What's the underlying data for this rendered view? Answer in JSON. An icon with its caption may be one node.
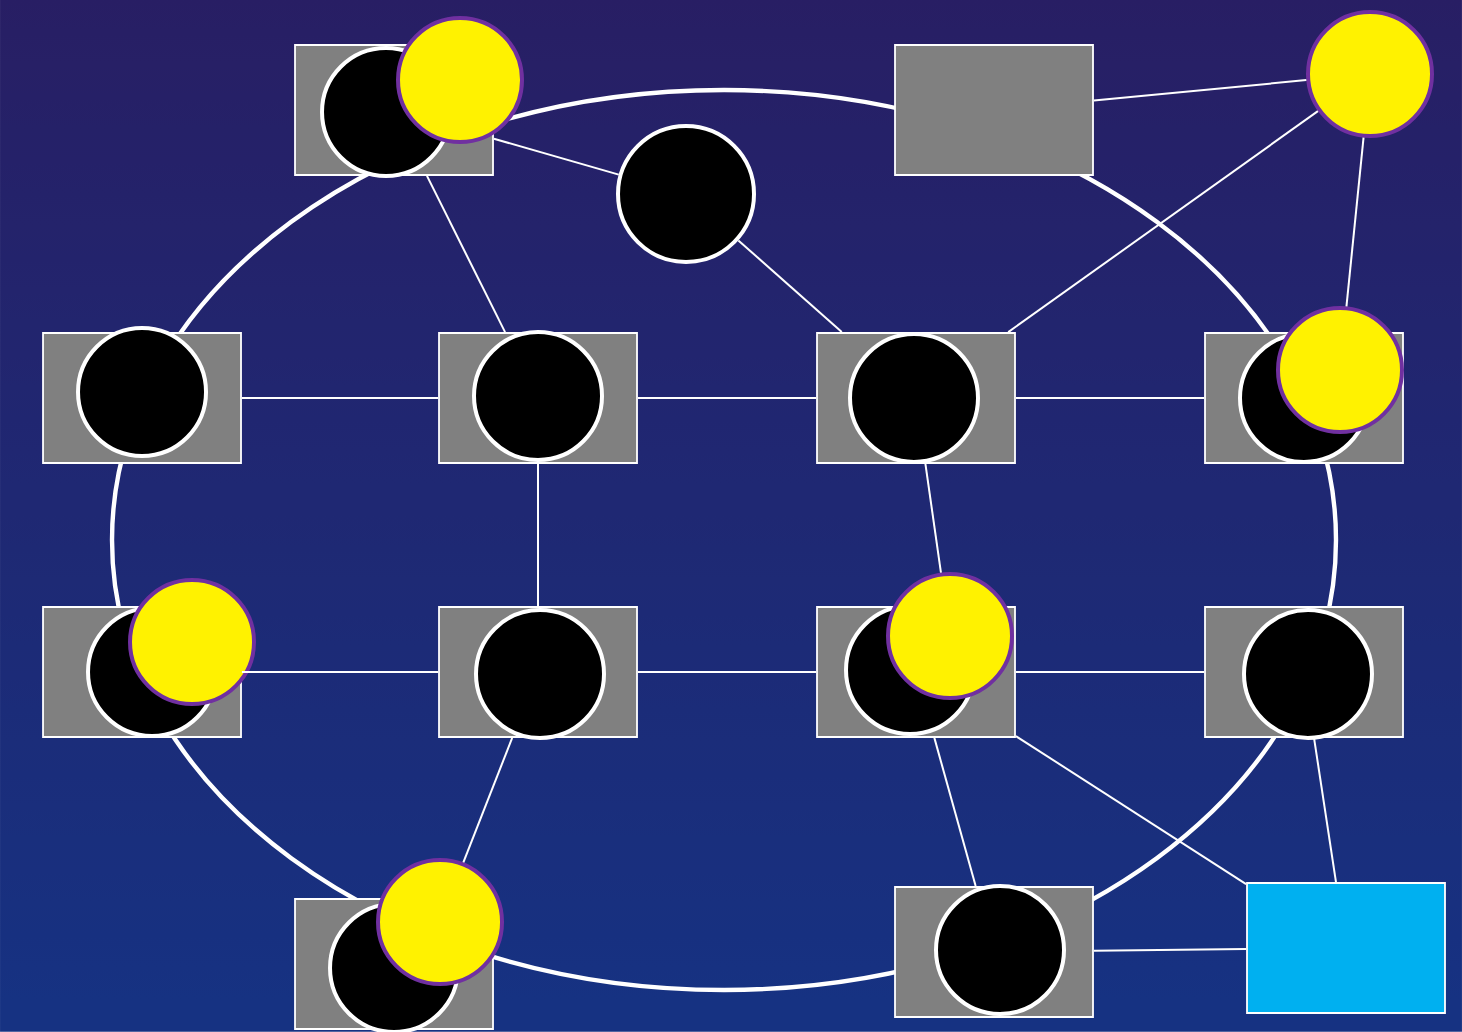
{
  "diagram": {
    "nodes": [
      {
        "text": [],
        "shape": "box"
      },
      {
        "text": [],
        "shape": "circle",
        "in": 0
      },
      {
        "text": [],
        "shape": "circle"
      },
      {
        "text": [],
        "shape": "box"
      },
      {
        "text": [],
        "shape": "circle"
      },
      {
        "text": [],
        "shape": "circle"
      },
      {
        "text": [],
        "shape": "box"
      },
      {
        "text": [],
        "shape": "circle",
        "in": 6
      },
      {
        "text": [],
        "shape": "box"
      },
      {
        "text": [],
        "shape": "circle",
        "in": 8
      },
      {
        "text": [],
        "shape": "box"
      },
      {
        "text": [],
        "shape": "circle",
        "in": 10
      },
      {
        "text": [],
        "shape": "box"
      },
      {
        "text": [],
        "shape": "circle",
        "in": 12
      },
      {
        "text": [],
        "shape": "circle"
      },
      {
        "text": [],
        "shape": "box"
      },
      {
        "text": [],
        "shape": "circle",
        "in": 15
      },
      {
        "text": [],
        "shape": "circle"
      },
      {
        "text": [],
        "shape": "box"
      },
      {
        "text": [],
        "shape": "circle",
        "in": 18
      },
      {
        "text": [],
        "shape": "box"
      },
      {
        "text": [],
        "shape": "circle",
        "in": 20
      },
      {
        "text": [],
        "shape": "circle"
      },
      {
        "text": [],
        "shape": "box"
      },
      {
        "text": [],
        "shape": "circle",
        "in": 23
      },
      {
        "text": [],
        "shape": "box"
      },
      {
        "text": [],
        "shape": "circle",
        "in": 25
      },
      {
        "text": [],
        "shape": "circle"
      },
      {
        "text": [],
        "shape": "box"
      },
      {
        "text": [],
        "shape": "circle",
        "in": 28
      },
      {
        "text": [],
        "shape": "box"
      }
    ],
    "edges": [
      {
        "from": 0,
        "to": 5,
        "arrow": "none"
      },
      {
        "from": 0,
        "to": 8,
        "arrow": "none"
      },
      {
        "from": 5,
        "to": 10,
        "arrow": "none"
      },
      {
        "from": 3,
        "to": 4,
        "arrow": "none"
      },
      {
        "from": 4,
        "to": 10,
        "arrow": "none"
      },
      {
        "from": 4,
        "to": 14,
        "arrow": "none"
      },
      {
        "from": 6,
        "to": 8,
        "arrow": "none"
      },
      {
        "from": 8,
        "to": 10,
        "arrow": "none"
      },
      {
        "from": 10,
        "to": 12,
        "arrow": "none"
      },
      {
        "from": 8,
        "to": 18,
        "arrow": "none"
      },
      {
        "from": 10,
        "to": 22,
        "arrow": "none"
      },
      {
        "from": 15,
        "to": 18,
        "arrow": "none"
      },
      {
        "from": 18,
        "to": 20,
        "arrow": "none"
      },
      {
        "from": 20,
        "to": 23,
        "arrow": "none"
      },
      {
        "from": 18,
        "to": 27,
        "arrow": "none"
      },
      {
        "from": 20,
        "to": 28,
        "arrow": "none"
      },
      {
        "from": 20,
        "to": 30,
        "arrow": "none"
      },
      {
        "from": 23,
        "to": 30,
        "arrow": "none"
      },
      {
        "from": 28,
        "to": 30,
        "arrow": "none"
      }
    ]
  }
}
